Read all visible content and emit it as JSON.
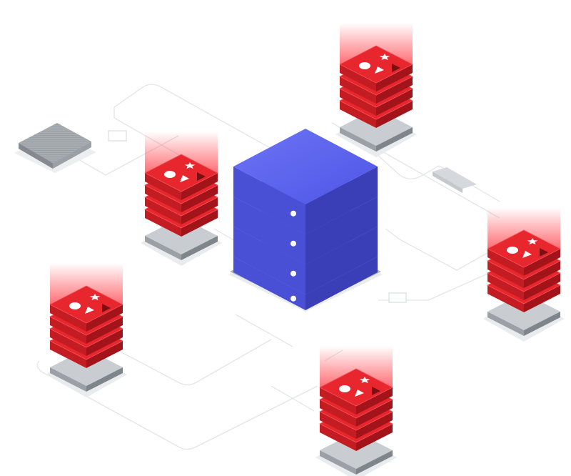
{
  "diagram": {
    "colors": {
      "background": "#ffffff",
      "connector": "#e3e5e8",
      "server_top": "#5b63f0",
      "server_left": "#4a50d6",
      "server_right": "#3a3fb8",
      "server_indicator": "#ffffff",
      "redis_top": "#e8262e",
      "redis_left": "#c41c23",
      "redis_right": "#a3141a",
      "redis_glow": "#ff4d55",
      "redis_symbols": "#ffffff",
      "redis_dark_symbol": "#7a0f14",
      "base_slab_top": "#c9cdd1",
      "base_slab_side": "#9aa0a6",
      "grey_block_top": "#a7acb1",
      "grey_block_side": "#858a90",
      "shadow": "#e9ebee"
    },
    "central_server": {
      "icon": "server-stack-icon",
      "layers": 4
    },
    "redis_nodes": [
      {
        "id": "redis-node-top",
        "icon": "redis-cube-icon"
      },
      {
        "id": "redis-node-left",
        "icon": "redis-cube-icon"
      },
      {
        "id": "redis-node-right",
        "icon": "redis-cube-icon"
      },
      {
        "id": "redis-node-bottom-left",
        "icon": "redis-cube-icon"
      },
      {
        "id": "redis-node-bottom",
        "icon": "redis-cube-icon"
      }
    ],
    "other_nodes": [
      {
        "id": "grey-block-node",
        "icon": "grey-block-icon"
      }
    ]
  }
}
